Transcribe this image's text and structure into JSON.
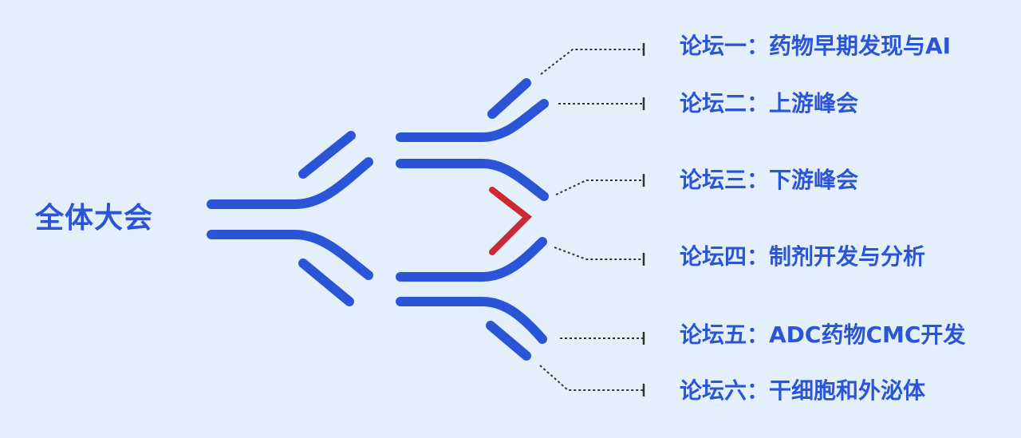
{
  "main": {
    "title": "全体大会"
  },
  "forums": [
    {
      "label": "论坛一：药物早期发现与AI"
    },
    {
      "label": "论坛二：上游峰会"
    },
    {
      "label": "论坛三：下游峰会"
    },
    {
      "label": "论坛四：制剂开发与分析"
    },
    {
      "label": "论坛五：ADC药物CMC开发"
    },
    {
      "label": "论坛六：干细胞和外泌体"
    }
  ],
  "colors": {
    "background": "#e3f0fb",
    "antibody_blue": "#2c54d6",
    "accent_red": "#cc2a32",
    "connector": "#333333"
  }
}
